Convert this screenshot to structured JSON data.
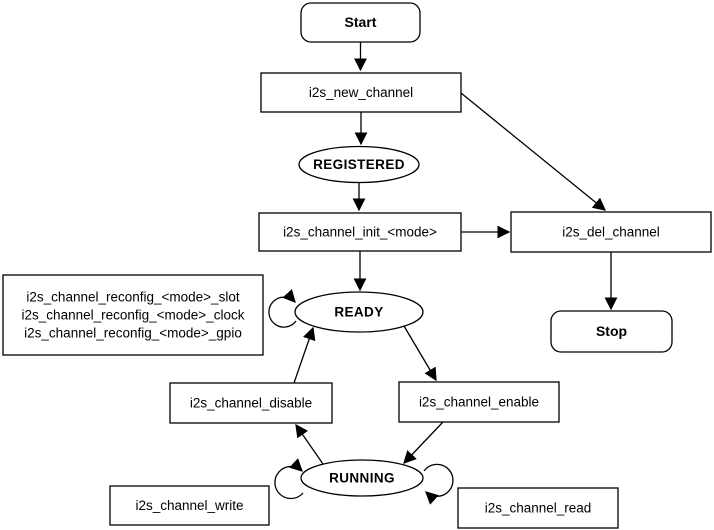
{
  "colors": {
    "stroke": "#000000",
    "node_fill": "#FFFFFF",
    "state_label": "#1262CE",
    "label_text": "#000000"
  },
  "nodes": {
    "start": {
      "label": "Start",
      "type": "terminal"
    },
    "new_channel": {
      "label": "i2s_new_channel",
      "type": "process"
    },
    "registered": {
      "label": "REGISTERED",
      "type": "state"
    },
    "init": {
      "label": "i2s_channel_init_<mode>",
      "type": "process"
    },
    "del_channel": {
      "label": "i2s_del_channel",
      "type": "process"
    },
    "stop": {
      "label": "Stop",
      "type": "terminal"
    },
    "ready": {
      "label": "READY",
      "type": "state"
    },
    "reconfig": {
      "lines": [
        "i2s_channel_reconfig_<mode>_slot",
        "i2s_channel_reconfig_<mode>_clock",
        "i2s_channel_reconfig_<mode>_gpio"
      ],
      "type": "process"
    },
    "disable": {
      "label": "i2s_channel_disable",
      "type": "process"
    },
    "enable": {
      "label": "i2s_channel_enable",
      "type": "process"
    },
    "running": {
      "label": "RUNNING",
      "type": "state"
    },
    "write": {
      "label": "i2s_channel_write",
      "type": "process"
    },
    "read": {
      "label": "i2s_channel_read",
      "type": "process"
    }
  },
  "edges": [
    "start->new_channel",
    "new_channel->registered",
    "new_channel->del_channel",
    "registered->init",
    "init->ready",
    "init->del_channel",
    "del_channel->stop",
    "ready->ready (reconfig self-loop)",
    "disable->ready",
    "ready->enable",
    "enable->running",
    "running->disable",
    "running->running (write self-loop)",
    "running->running (read self-loop)"
  ]
}
